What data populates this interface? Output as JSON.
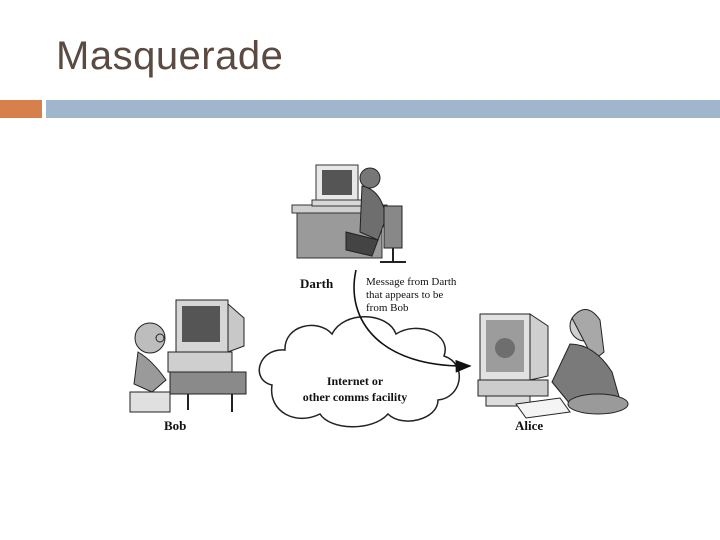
{
  "slide": {
    "title": "Masquerade",
    "colors": {
      "accent_bar": "#d7804c",
      "main_bar": "#9fb6cd",
      "title_text": "#5a4a42"
    }
  },
  "diagram": {
    "darth_label": "Darth",
    "bob_label": "Bob",
    "alice_label": "Alice",
    "message_line1": "Message from Darth",
    "message_line2": "that appears to be",
    "message_line3": "from Bob",
    "cloud_line1": "Internet or",
    "cloud_line2": "other comms facility"
  }
}
